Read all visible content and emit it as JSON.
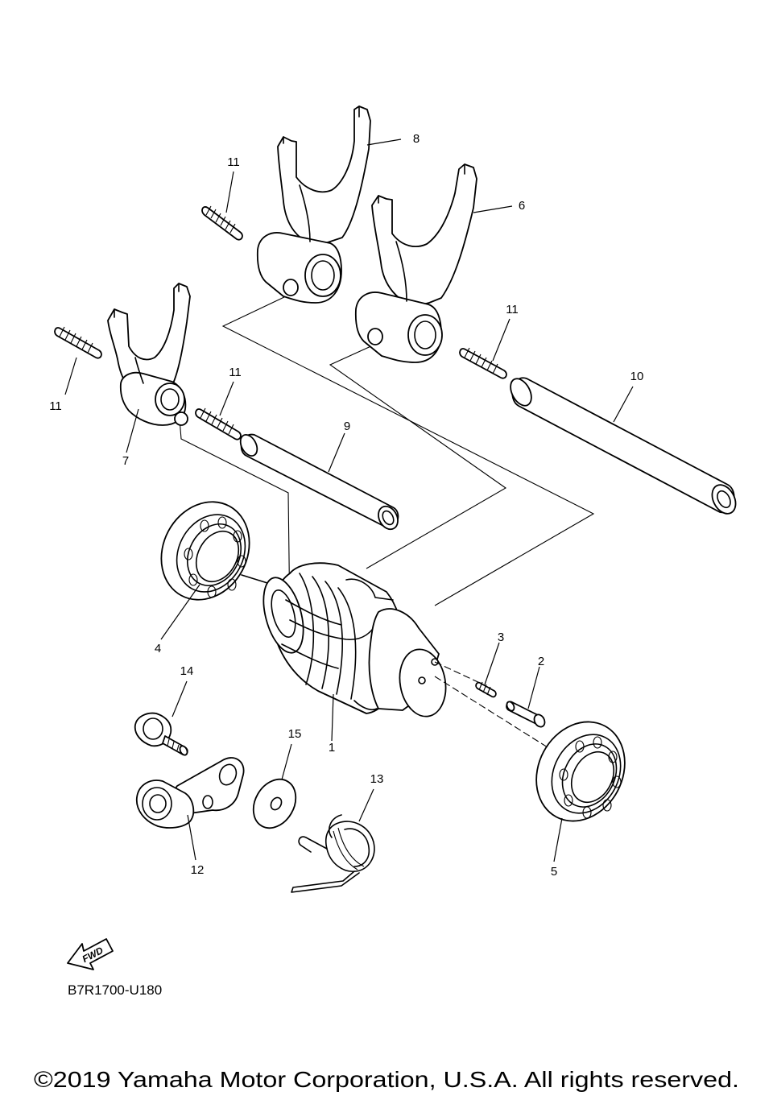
{
  "diagram": {
    "part_labels": {
      "p1": "1",
      "p2": "2",
      "p3": "3",
      "p4": "4",
      "p5": "5",
      "p6": "6",
      "p7": "7",
      "p8": "8",
      "p9": "9",
      "p10": "10",
      "p11a": "11",
      "p11b": "11",
      "p11c": "11",
      "p11d": "11",
      "p12": "12",
      "p13": "13",
      "p14": "14",
      "p15": "15"
    },
    "fwd_label": "FWD",
    "diagram_code": "B7R1700-U180",
    "copyright": "©2019 Yamaha Motor Corporation, U.S.A. All rights reserved."
  }
}
